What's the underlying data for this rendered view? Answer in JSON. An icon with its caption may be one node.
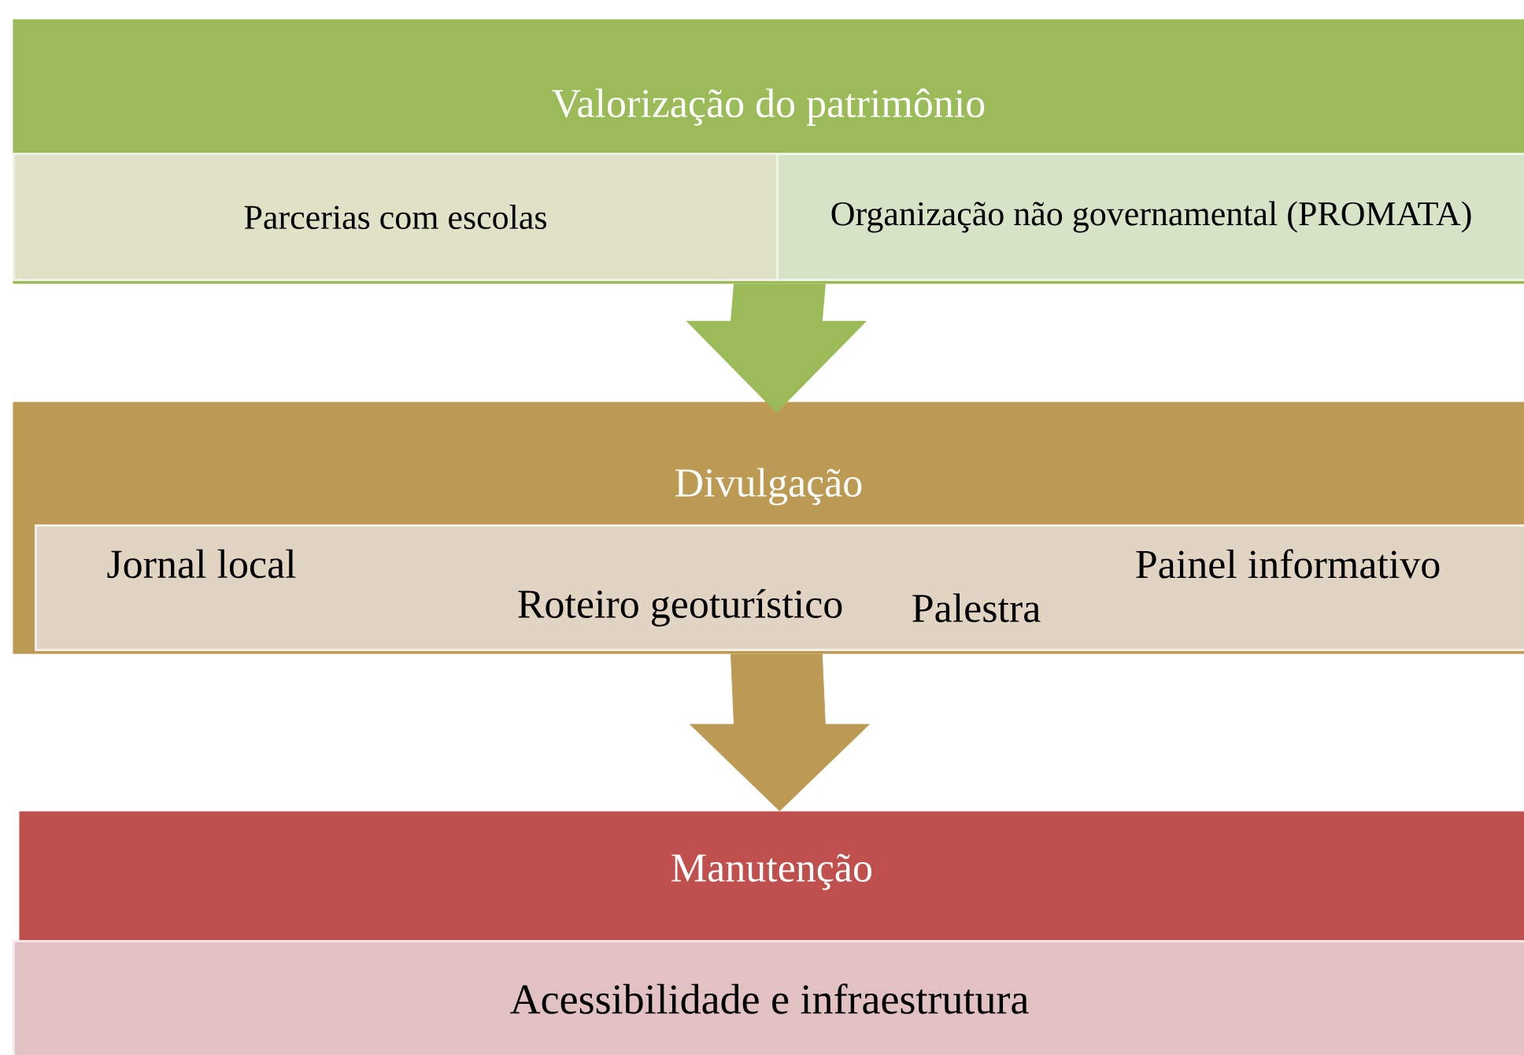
{
  "diagram": {
    "nodes": [
      {
        "text": [
          "Valorização do patrimônio"
        ]
      },
      {
        "text": [
          "Parcerias com escolas"
        ],
        "in": 0
      },
      {
        "text": [
          "Organização não governamental (PROMATA)"
        ],
        "in": 0
      },
      {
        "text": [
          "Divulgação"
        ]
      },
      {
        "text": [
          "Jornal local",
          "Painel informativo",
          "Roteiro geoturístico",
          "Palestra"
        ],
        "in": 3
      },
      {
        "text": [
          "Manutenção"
        ]
      },
      {
        "text": [
          "Acessibilidade e infraestrutura"
        ]
      }
    ],
    "edges": [
      {
        "from": 0,
        "to": 3,
        "arrow": "to",
        "color": "#9bbb59"
      },
      {
        "from": 3,
        "to": 5,
        "arrow": "to",
        "color": "#bd9a53"
      }
    ]
  }
}
